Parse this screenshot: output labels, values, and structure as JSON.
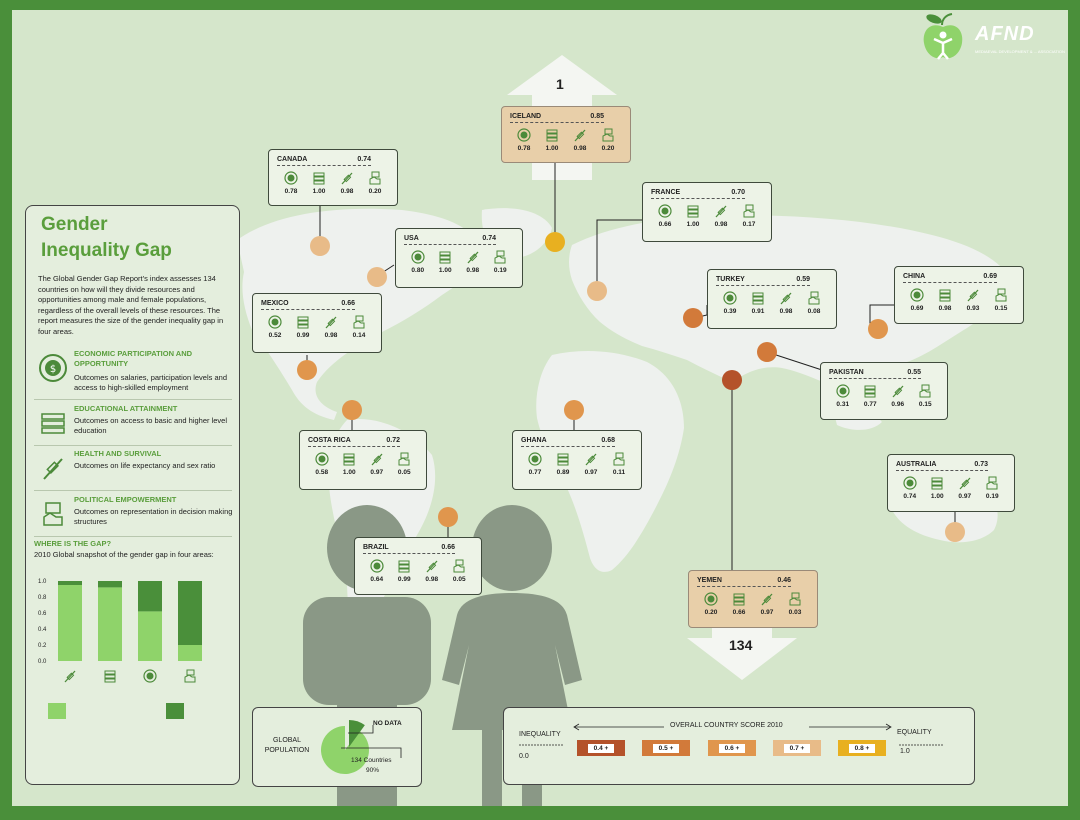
{
  "brand": {
    "name": "AFND",
    "tagline": "MEDIAEVAL DEVELOPMENT & ... ASSOCIATION"
  },
  "colors": {
    "green_dark": "#4a8f3a",
    "green_light": "#8fd36a",
    "card_bg": "#edf3e7",
    "highlight_bg": "#e8cfa9",
    "score_04": "#b4522a",
    "score_05": "#d27a3a",
    "score_06": "#e0964d",
    "score_07": "#e8bb88",
    "score_08": "#e8b020"
  },
  "icons": [
    "economy-icon",
    "education-icon",
    "health-icon",
    "politics-icon"
  ],
  "ranks": {
    "top": "1",
    "bottom": "134"
  },
  "countries": {
    "iceland": {
      "name": "ICELAND",
      "score": "0.85",
      "values": [
        "0.78",
        "1.00",
        "0.98",
        "0.20"
      ]
    },
    "canada": {
      "name": "CANADA",
      "score": "0.74",
      "values": [
        "0.78",
        "1.00",
        "0.98",
        "0.20"
      ]
    },
    "usa": {
      "name": "USA",
      "score": "0.74",
      "values": [
        "0.80",
        "1.00",
        "0.98",
        "0.19"
      ]
    },
    "france": {
      "name": "FRANCE",
      "score": "0.70",
      "values": [
        "0.66",
        "1.00",
        "0.98",
        "0.17"
      ]
    },
    "mexico": {
      "name": "MEXICO",
      "score": "0.66",
      "values": [
        "0.52",
        "0.99",
        "0.98",
        "0.14"
      ]
    },
    "turkey": {
      "name": "TURKEY",
      "score": "0.59",
      "values": [
        "0.39",
        "0.91",
        "0.98",
        "0.08"
      ]
    },
    "china": {
      "name": "CHINA",
      "score": "0.69",
      "values": [
        "0.69",
        "0.98",
        "0.93",
        "0.15"
      ]
    },
    "pakistan": {
      "name": "PAKISTAN",
      "score": "0.55",
      "values": [
        "0.31",
        "0.77",
        "0.96",
        "0.15"
      ]
    },
    "costa_rica": {
      "name": "COSTA RICA",
      "score": "0.72",
      "values": [
        "0.58",
        "1.00",
        "0.97",
        "0.05"
      ]
    },
    "ghana": {
      "name": "GHANA",
      "score": "0.68",
      "values": [
        "0.77",
        "0.89",
        "0.97",
        "0.11"
      ]
    },
    "australia": {
      "name": "AUSTRALIA",
      "score": "0.73",
      "values": [
        "0.74",
        "1.00",
        "0.97",
        "0.19"
      ]
    },
    "brazil": {
      "name": "BRAZIL",
      "score": "0.66",
      "values": [
        "0.64",
        "0.99",
        "0.98",
        "0.05"
      ]
    },
    "yemen": {
      "name": "YEMEN",
      "score": "0.46",
      "values": [
        "0.20",
        "0.66",
        "0.97",
        "0.03"
      ]
    }
  },
  "panel": {
    "title_line1": "Gender",
    "title_line2": "Inequality Gap",
    "intro": "The Global Gender Gap Report's index assesses 134 countries on how will they divide resources and opportunities among male and female populations, regardless of the overall levels of these resources. The report measures the size of the gender inequality gap in four areas.",
    "areas": [
      {
        "title": "ECONOMIC PARTICIPATION AND OPPORTUNITY",
        "text": "Outcomes on salaries, participation levels and  access to high-skilled employment"
      },
      {
        "title": "EDUCATIONAL ATTAINMENT",
        "text": "Outcomes on  access to  basic and higher level education"
      },
      {
        "title": "HEALTH AND SURVIVAL",
        "text": "Outcomes on life expectancy and sex ratio"
      },
      {
        "title": "POLITICAL EMPOWERMENT",
        "text": "Outcomes on representation in decision making structures"
      }
    ],
    "where_title": "WHERE IS THE GAP?",
    "where_sub": "2010 Global snapshot of the gender gap in four areas:"
  },
  "chart_data": {
    "type": "bar",
    "stacked": true,
    "categories": [
      "health-icon",
      "education-icon",
      "economy-icon",
      "politics-icon"
    ],
    "series": [
      {
        "values": [
          0.95,
          0.92,
          0.62,
          0.2
        ],
        "color": "#8fd36a"
      },
      {
        "values": [
          0.05,
          0.08,
          0.38,
          0.8
        ],
        "color": "#4a8f3a"
      }
    ],
    "ylim": [
      0,
      1
    ],
    "yticks": [
      "1.0",
      "0.8",
      "0.6",
      "0.4",
      "0.2",
      "0.0"
    ],
    "grid": false
  },
  "population": {
    "label": "GLOBAL POPULATION",
    "no_data": "NO DATA",
    "countries_label": "134 Countries",
    "percent_label": "90%",
    "covered_fraction": 0.9
  },
  "scale": {
    "title": "OVERALL COUNTRY SCORE  2010",
    "left_label": "INEQUALITY",
    "right_label": "EQUALITY",
    "left_value": "0.0",
    "right_value": "1.0",
    "bins": [
      "0.4 +",
      "0.5 +",
      "0.6 +",
      "0.7 +",
      "0.8 +"
    ]
  }
}
